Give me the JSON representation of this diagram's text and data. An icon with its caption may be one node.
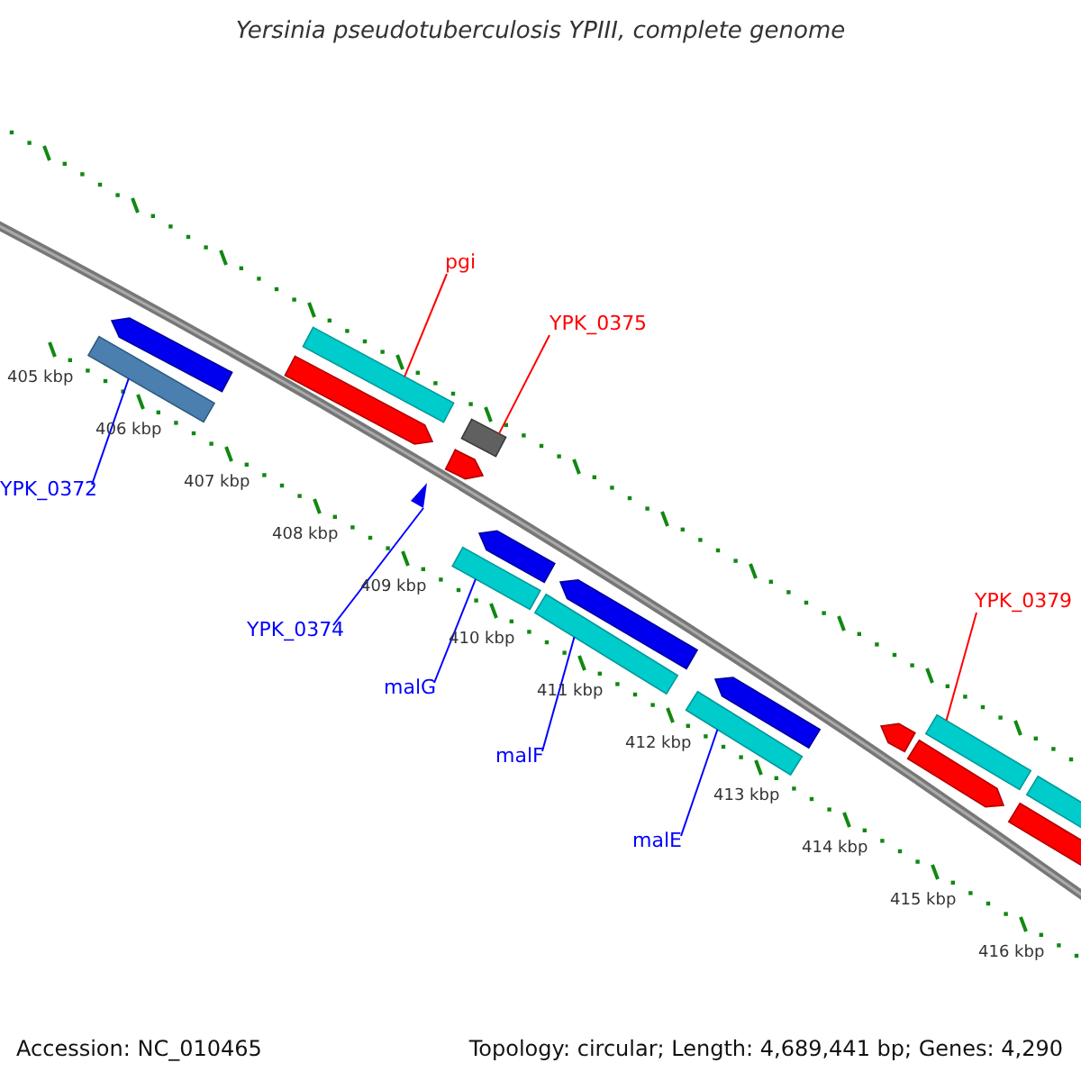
{
  "diagram": {
    "title": "Yersinia pseudotuberculosis YPIII, complete genome",
    "nodes": [
      {
        "text": [
          "pgi"
        ]
      },
      {
        "text": [
          "YPK_0375"
        ]
      },
      {
        "text": [
          "YPK_0379"
        ]
      },
      {
        "text": [
          "YPK_0372"
        ]
      },
      {
        "text": [
          "YPK_0374"
        ]
      },
      {
        "text": [
          "malG"
        ]
      },
      {
        "text": [
          "malF"
        ]
      },
      {
        "text": [
          "malE"
        ]
      },
      {
        "text": [],
        "shape": "bar"
      },
      {
        "text": [],
        "shape": "bar"
      },
      {
        "text": [],
        "shape": "triangle"
      },
      {
        "text": [],
        "shape": "bar"
      },
      {
        "text": [],
        "shape": "bar"
      },
      {
        "text": [],
        "shape": "bar"
      },
      {
        "text": [],
        "shape": "bar"
      },
      {
        "text": [],
        "shape": "bar"
      },
      {
        "text": [],
        "shape": "bar"
      },
      {
        "text": [],
        "shape": "bar"
      },
      {
        "text": [],
        "shape": "bar"
      },
      {
        "text": [],
        "shape": "bar"
      },
      {
        "text": [],
        "shape": "bar"
      },
      {
        "text": [],
        "shape": "bar"
      },
      {
        "text": [],
        "shape": "bar"
      },
      {
        "text": [],
        "shape": "bar"
      },
      {
        "text": [],
        "shape": "bar"
      },
      {
        "text": [],
        "shape": "bar"
      }
    ],
    "edges": [
      {
        "from": 3,
        "to": 8,
        "arrow": "none",
        "color": "#0000ff"
      },
      {
        "from": 0,
        "to": 9,
        "arrow": "none",
        "color": "#ff0000"
      },
      {
        "from": 4,
        "to": 10,
        "arrow": "none",
        "color": "#0000ff"
      },
      {
        "from": 1,
        "to": 11,
        "arrow": "none",
        "color": "#ff0000"
      },
      {
        "from": 5,
        "to": 12,
        "arrow": "none",
        "color": "#0000ff"
      },
      {
        "from": 6,
        "to": 13,
        "arrow": "none",
        "color": "#0000ff"
      },
      {
        "from": 7,
        "to": 14,
        "arrow": "none",
        "color": "#0000ff"
      },
      {
        "from": 2,
        "to": 15,
        "arrow": "none",
        "color": "#ff0000"
      }
    ],
    "labels": [
      "405 kbp",
      "406 kbp",
      "407 kbp",
      "408 kbp",
      "409 kbp",
      "410 kbp",
      "411 kbp",
      "412 kbp",
      "413 kbp",
      "414 kbp",
      "415 kbp",
      "416 kbp",
      "Accession: NC_010465",
      "Topology: circular; Length: 4,689,441 bp; Genes: 4,290"
    ]
  }
}
